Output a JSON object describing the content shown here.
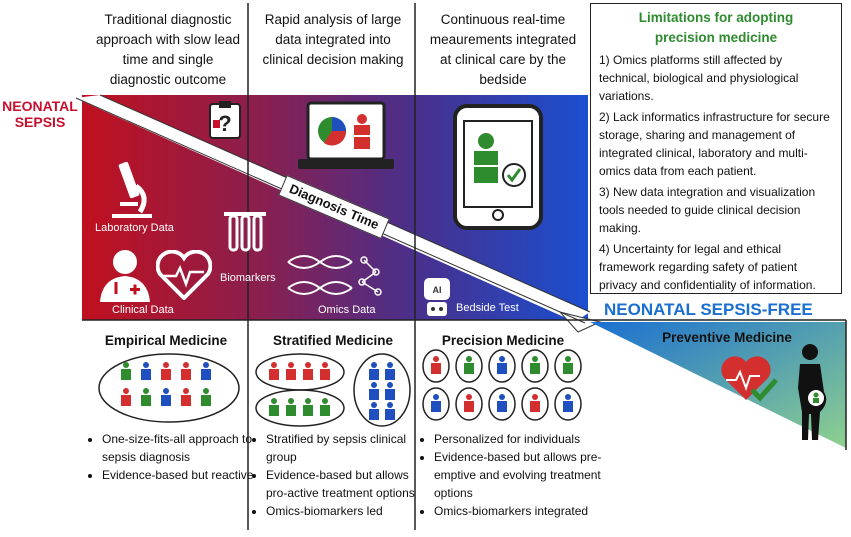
{
  "columns": [
    {
      "heading": [
        "Traditional diagnostic",
        "approach with slow lead",
        "time and single",
        "diagnostic outcome"
      ]
    },
    {
      "heading": [
        "Rapid analysis of large",
        "data integrated into",
        "clinical decision making"
      ]
    },
    {
      "heading": [
        "Continuous real-time",
        "meaurements integrated",
        "at clinical care by the",
        "bedside"
      ]
    }
  ],
  "sepsis_label": [
    "NEONATAL",
    "SEPSIS"
  ],
  "sepsis_free_label": "NEONATAL SEPSIS-FREE",
  "diagnosis_time": "Diagnosis Time",
  "icon_labels": {
    "lab": "Laboratory Data",
    "clinical": "Clinical Data",
    "biomarkers": "Biomarkers",
    "omics": "Omics Data",
    "bedside": "Bedside Test",
    "ai": "AI"
  },
  "limitations": {
    "title": [
      "Limitations for adopting",
      "precision medicine"
    ],
    "items": [
      "1) Omics platforms still affected by technical, biological and physiological variations.",
      "2) Lack informatics infrastructure for secure storage, sharing and management of integrated clinical, laboratory and multi-omics data from each patient.",
      "3) New data integration and visualization tools needed to guide clinical decision making.",
      "4) Uncertainty for legal and ethical framework regarding safety of patient privacy and confidentiality of information."
    ]
  },
  "panels": {
    "empirical": {
      "title": "Empirical Medicine",
      "bullets": [
        "One-size-fits-all approach to sepsis diagnosis",
        "Evidence-based but reactive"
      ]
    },
    "stratified": {
      "title": "Stratified Medicine",
      "bullets": [
        "Stratified by sepsis clinical group",
        "Evidence-based but allows pro-active treatment options",
        "Omics-biomarkers led"
      ]
    },
    "precision": {
      "title": "Precision Medicine",
      "bullets": [
        "Personalized for individuals",
        "Evidence-based but allows pre-emptive and evolving treatment options",
        "Omics-biomarkers integrated"
      ]
    },
    "preventive": {
      "title": "Preventive Medicine"
    }
  },
  "colors": {
    "sepsis_red": "#c8102e",
    "sepsis_free_blue": "#1a6fd1",
    "limit_green": "#2e8b2e",
    "baby_red": "#d32f2f",
    "baby_green": "#2e8b2e",
    "baby_blue": "#1f4fbf"
  }
}
